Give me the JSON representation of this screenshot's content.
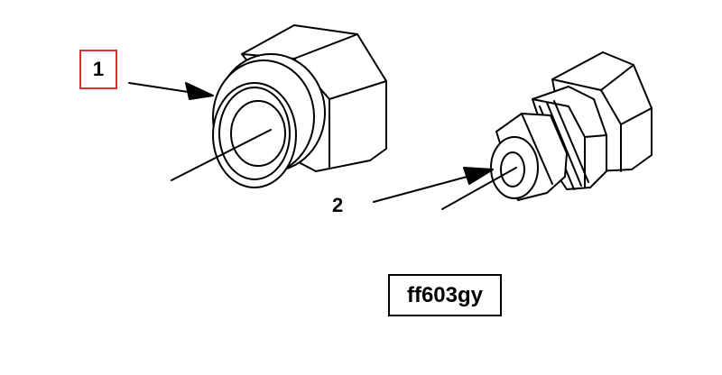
{
  "diagram": {
    "callouts": [
      {
        "id": "1",
        "text": "1",
        "highlighted": true,
        "highlight_color": "#e03030"
      },
      {
        "id": "2",
        "text": "2",
        "highlighted": false
      }
    ],
    "figure_code": "ff603gy",
    "line_color": "#000000",
    "background": "#ffffff"
  }
}
